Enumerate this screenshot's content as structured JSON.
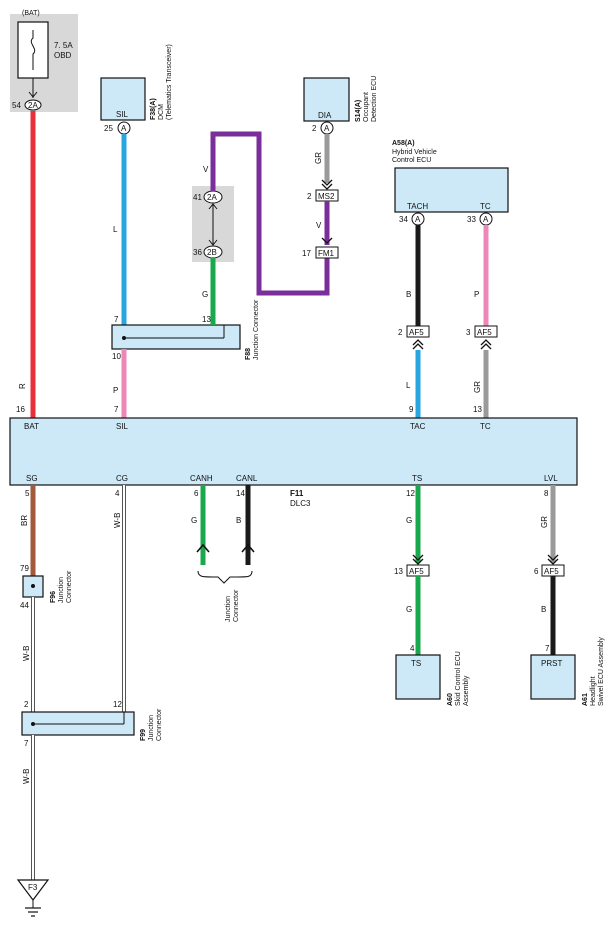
{
  "colors": {
    "R": "#e8303a",
    "L": "#2aa6df",
    "P": "#ee86b8",
    "V": "#7a2e9a",
    "G": "#1aa84c",
    "B": "#1a1a1a",
    "GR": "#9a9a9a",
    "BR": "#a35a3a",
    "WB": "#555555",
    "box": "#cde8f6"
  },
  "fuse": {
    "bat": "(BAT)",
    "rating": "7. 5A",
    "name": "OBD",
    "pin": "54",
    "conn": "2A"
  },
  "dcm": {
    "terminal": "SIL",
    "pin": "25",
    "conn": "A",
    "id": "F38(A)",
    "name": "DCM",
    "sub": "(Telematics Transceiver)"
  },
  "s14": {
    "terminal": "DIA",
    "pin": "2",
    "conn": "A",
    "id": "S14(A)",
    "name1": "Occupant",
    "name2": "Detection ECU"
  },
  "a58": {
    "id": "A58(A)",
    "name1": "Hybrid Vehicle",
    "name2": "Control ECU",
    "tach": "TACH",
    "tc": "TC",
    "pin_tach": "34",
    "pin_tc": "33",
    "conn": "A"
  },
  "ms2": {
    "pin": "2",
    "label": "MS2"
  },
  "fm1": {
    "pin": "17",
    "label": "FM1"
  },
  "jc2a": {
    "pin": "41",
    "label": "2A"
  },
  "jc2b": {
    "pin": "36",
    "label": "2B"
  },
  "f88": {
    "id": "F88",
    "name": "Junction Connector",
    "pin7": "7",
    "pin13": "13",
    "pin10": "10"
  },
  "af5_left": {
    "pin": "2",
    "label": "AF5"
  },
  "af5_right": {
    "pin": "3",
    "label": "AF5"
  },
  "af5_ts": {
    "pin": "13",
    "label": "AF5"
  },
  "af5_lvl": {
    "pin": "6",
    "label": "AF5"
  },
  "dlc3": {
    "id": "F11",
    "name": "DLC3",
    "bat": "BAT",
    "sil": "SIL",
    "tac": "TAC",
    "tc": "TC",
    "sg": "SG",
    "cg": "CG",
    "canh": "CANH",
    "canl": "CANL",
    "ts": "TS",
    "lvl": "LVL",
    "p16": "16",
    "p7": "7",
    "p9": "9",
    "p13": "13",
    "p5": "5",
    "p4": "4",
    "p6": "6",
    "p14": "14",
    "p12": "12",
    "p8": "8"
  },
  "wires": {
    "r": "R",
    "l": "L",
    "v": "V",
    "gr": "GR",
    "g": "G",
    "p": "P",
    "b": "B",
    "br": "BR",
    "wb": "W-B"
  },
  "f96": {
    "id": "F96",
    "name1": "Junction",
    "name2": "Connector",
    "p79": "79",
    "p44": "44"
  },
  "f99": {
    "id": "F99",
    "name1": "Junction",
    "name2": "Connector",
    "p2": "2",
    "p12": "12",
    "p7": "7"
  },
  "can_jc": {
    "name1": "Junction",
    "name2": "Connector"
  },
  "a60": {
    "terminal": "TS",
    "pin": "4",
    "id": "A60",
    "name1": "Skid Control ECU",
    "name2": "Assembly"
  },
  "a61": {
    "terminal": "PRST",
    "pin": "7",
    "id": "A61",
    "name1": "Headlight",
    "name2": "Swivel ECU Assembly"
  },
  "ground": {
    "label": "F3"
  }
}
